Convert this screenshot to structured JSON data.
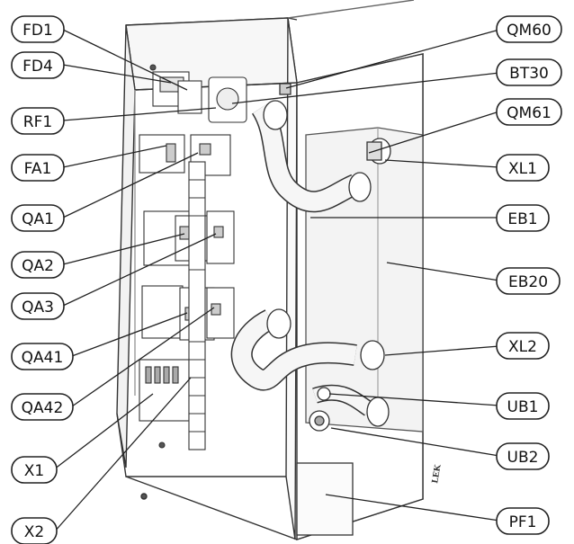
{
  "callouts": [
    {
      "id": "FD1",
      "label": "FD1"
    },
    {
      "id": "FD4",
      "label": "FD4"
    },
    {
      "id": "RF1",
      "label": "RF1"
    },
    {
      "id": "FA1",
      "label": "FA1"
    },
    {
      "id": "QA1",
      "label": "QA1"
    },
    {
      "id": "QA2",
      "label": "QA2"
    },
    {
      "id": "QA3",
      "label": "QA3"
    },
    {
      "id": "QA41",
      "label": "QA41"
    },
    {
      "id": "QA42",
      "label": "QA42"
    },
    {
      "id": "X1",
      "label": "X1"
    },
    {
      "id": "X2",
      "label": "X2"
    },
    {
      "id": "QM60",
      "label": "QM60"
    },
    {
      "id": "BT30",
      "label": "BT30"
    },
    {
      "id": "QM61",
      "label": "QM61"
    },
    {
      "id": "XL1",
      "label": "XL1"
    },
    {
      "id": "EB1",
      "label": "EB1"
    },
    {
      "id": "EB20",
      "label": "EB20"
    },
    {
      "id": "XL2",
      "label": "XL2"
    },
    {
      "id": "UB1",
      "label": "UB1"
    },
    {
      "id": "UB2",
      "label": "UB2"
    },
    {
      "id": "PF1",
      "label": "PF1"
    }
  ],
  "cabinet_mark": "LEK"
}
